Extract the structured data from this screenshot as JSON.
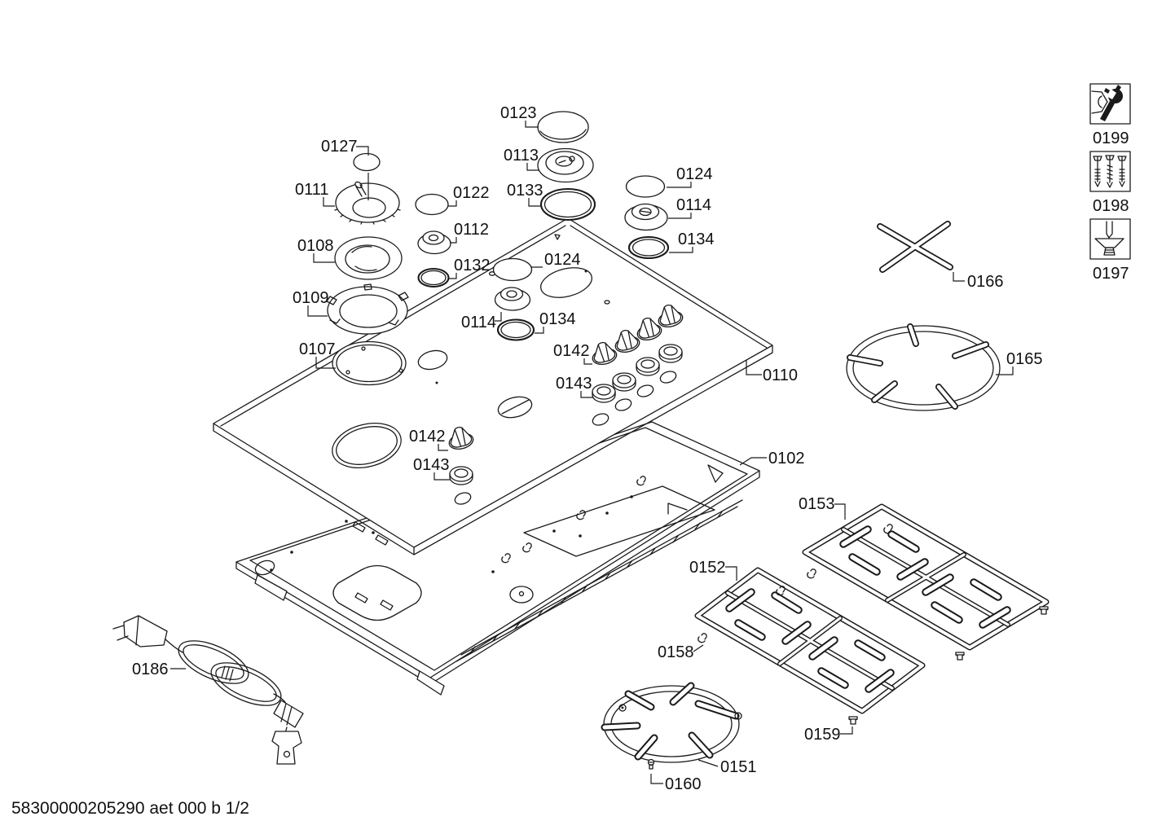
{
  "page": {
    "background": "#ffffff",
    "line_color": "#1a1a1a",
    "footer": "58300000205290 aet 000 b 1/2"
  },
  "toolbox": {
    "items": [
      {
        "label": "0199",
        "icon": "wrench-and-nut-icon"
      },
      {
        "label": "0198",
        "icon": "screws-icon"
      },
      {
        "label": "0197",
        "icon": "screwdriver-in-screw-icon"
      }
    ]
  },
  "parts": {
    "labels": [
      "0123",
      "0127",
      "0113",
      "0124",
      "0111",
      "0122",
      "0133",
      "0114",
      "0112",
      "0108",
      "0134",
      "0132",
      "0124",
      "0109",
      "0114",
      "0134",
      "0107",
      "0142",
      "0110",
      "0143",
      "0166",
      "0165",
      "0142",
      "0102",
      "0143",
      "0153",
      "0152",
      "0158",
      "0186",
      "0159",
      "0151",
      "0160"
    ]
  }
}
